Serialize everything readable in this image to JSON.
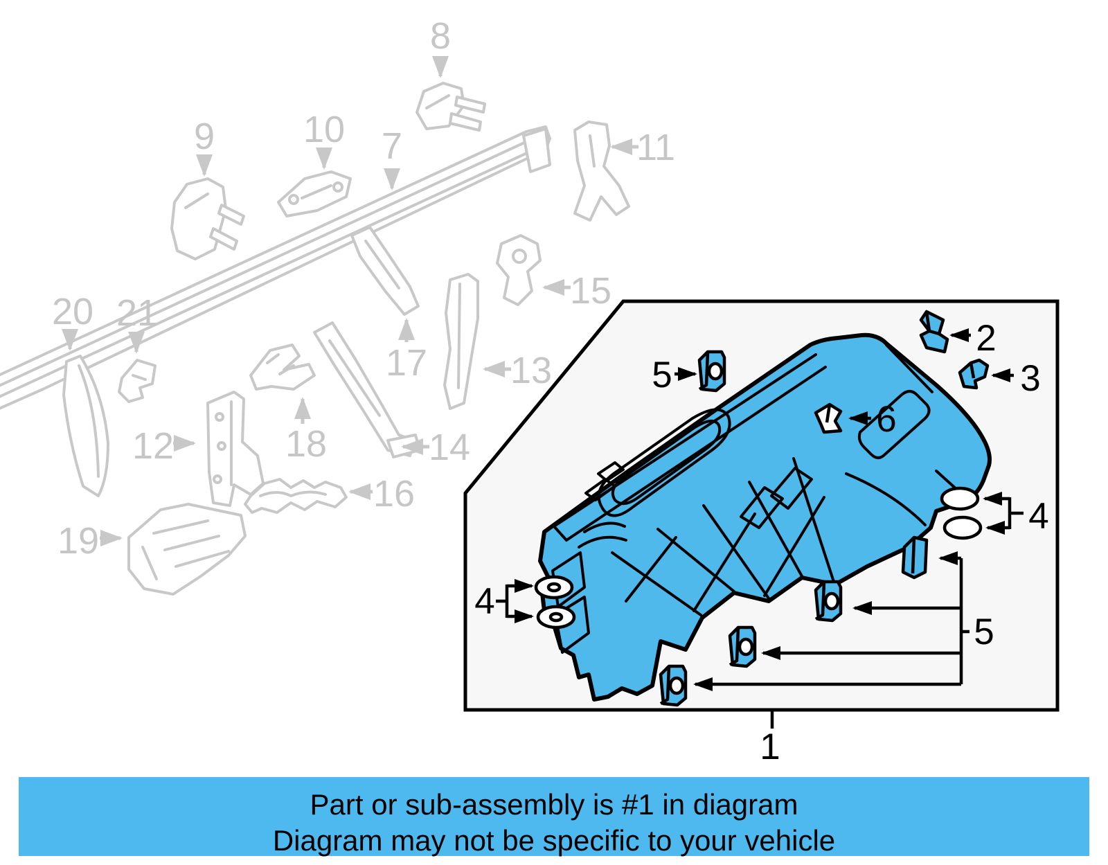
{
  "banner": {
    "line1": "Part or sub-assembly is #1 in diagram",
    "line2": "Diagram may not be specific to your vehicle"
  },
  "colors": {
    "highlight_blue": "#4FB9EC",
    "banner_blue": "#4DB9EF",
    "gray_line": "#C8C8C8",
    "gray_label": "#C6C6C6",
    "box_fill": "#F7F7F7",
    "outline_black": "#000000"
  },
  "background_labels": {
    "p7": "7",
    "p8": "8",
    "p9": "9",
    "p10": "10",
    "p11": "11",
    "p12": "12",
    "p13": "13",
    "p14": "14",
    "p15": "15",
    "p16": "16",
    "p17": "17",
    "p18": "18",
    "p19": "19",
    "p20": "20",
    "p21": "21"
  },
  "highlight_labels": {
    "p1": "1",
    "p2": "2",
    "p3": "3",
    "p4_left": "4",
    "p4_right": "4",
    "p5_top": "5",
    "p5_right": "5",
    "p6": "6"
  }
}
